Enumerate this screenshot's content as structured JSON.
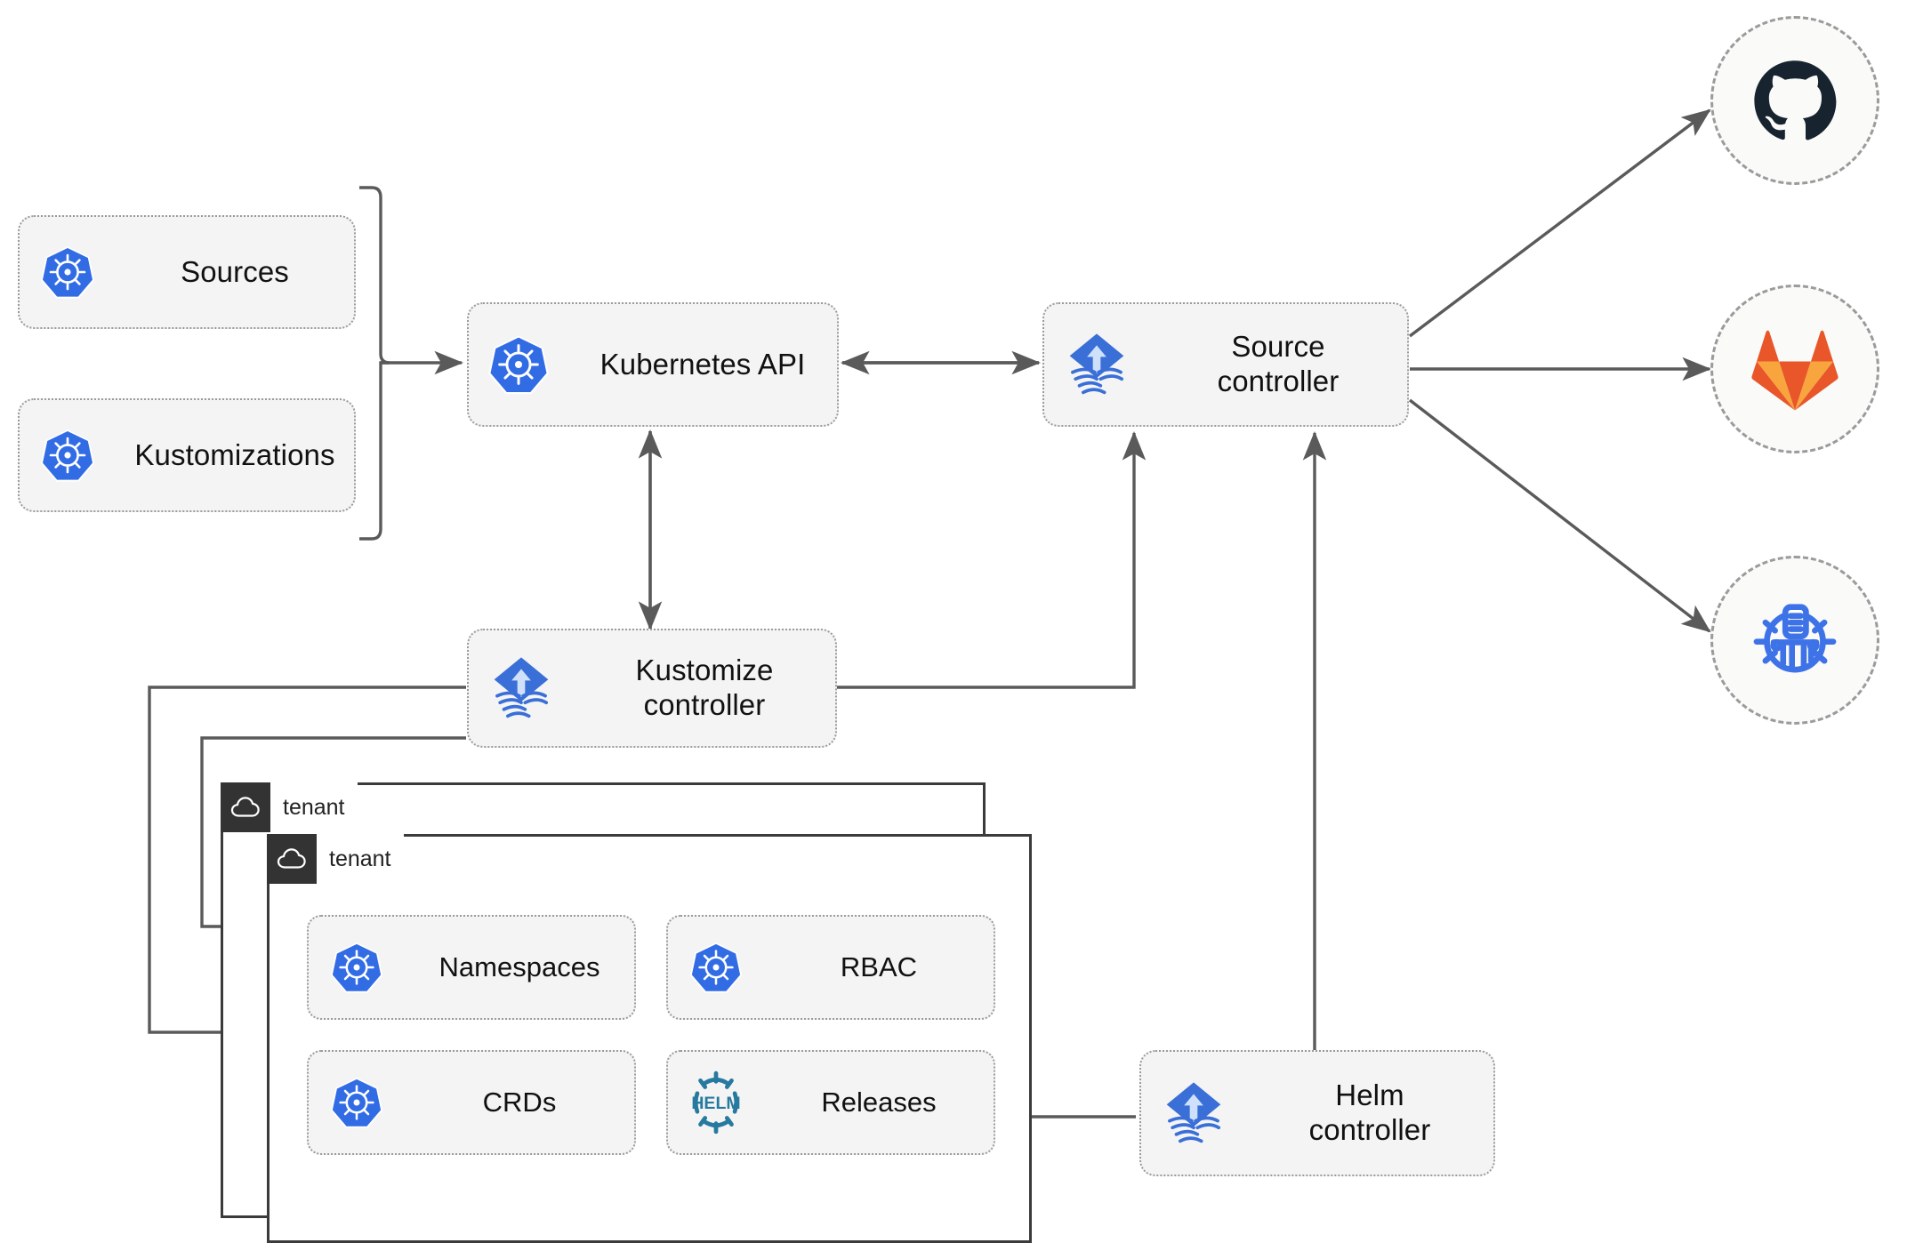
{
  "diagram": {
    "title": "Flux GitOps multi-tenancy architecture",
    "colors": {
      "kubernetes_blue": "#326CE5",
      "flux_blue": "#3A6FD8",
      "flux_light": "#cfe0fb",
      "helm_teal": "#277A9F",
      "github_dark": "#17242f",
      "gitlab_orange": "#E8562A",
      "gitlab_amber": "#F9A53E",
      "oci_blue": "#3E73E8",
      "edge_gray": "#5a5a5a",
      "node_fill": "#f4f4f4",
      "node_border": "#9b9b9b",
      "tenant_border": "#3b3b3b",
      "tenant_tab": "#333333"
    }
  },
  "resources": {
    "sources": {
      "label": "Sources",
      "icon": "kubernetes-icon"
    },
    "kustomizations": {
      "label": "Kustomizations",
      "icon": "kubernetes-icon"
    }
  },
  "nodes": {
    "kubernetes_api": {
      "label": "Kubernetes API",
      "icon": "kubernetes-icon"
    },
    "source_controller": {
      "label": "Source\ncontroller",
      "icon": "flux-icon"
    },
    "kustomize_controller": {
      "label": "Kustomize\ncontroller",
      "icon": "flux-icon"
    },
    "helm_controller": {
      "label": "Helm\ncontroller",
      "icon": "flux-icon"
    }
  },
  "endpoints": [
    {
      "name": "github",
      "icon": "github-icon"
    },
    {
      "name": "gitlab",
      "icon": "gitlab-icon"
    },
    {
      "name": "oci-registry",
      "icon": "oci-registry-icon"
    }
  ],
  "tenants": [
    {
      "label": "tenant",
      "icon": "cloud-icon"
    },
    {
      "label": "tenant",
      "icon": "cloud-icon",
      "resources": [
        {
          "label": "Namespaces",
          "icon": "kubernetes-icon"
        },
        {
          "label": "RBAC",
          "icon": "kubernetes-icon"
        },
        {
          "label": "CRDs",
          "icon": "kubernetes-icon"
        },
        {
          "label": "Releases",
          "icon": "helm-icon"
        }
      ]
    }
  ]
}
